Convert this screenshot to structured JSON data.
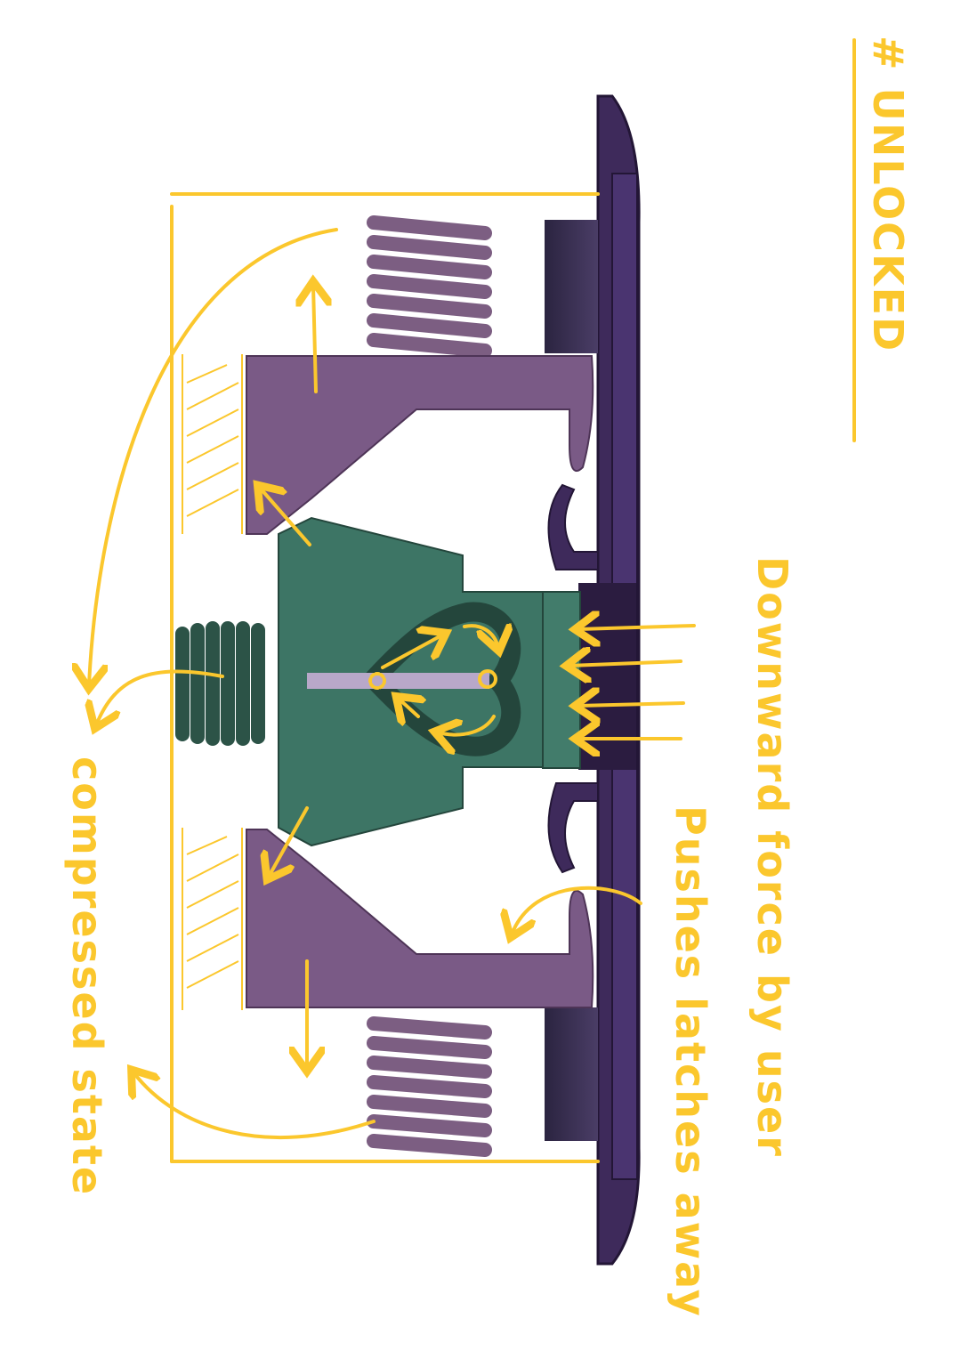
{
  "annotations": {
    "state_title": "# UNLOCKED",
    "force_note": "Downward force by user",
    "latch_note": "Pushes latches away",
    "state_note": "compressed state"
  },
  "colors": {
    "annotation": "#fbc72d",
    "frame": "#3e2a5b",
    "frame_dark": "#2b1c40",
    "latch": "#7a5a86",
    "latch_dark": "#5c3f68",
    "plunger": "#3d7565",
    "plunger_dark": "#24463c",
    "spring_purple": "#7c5e82",
    "spring_green": "#2c5347",
    "pin": "#b8a8c9"
  }
}
